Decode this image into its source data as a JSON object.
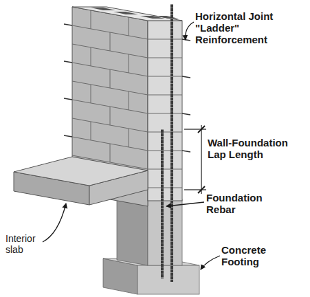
{
  "diagram": {
    "labels": [
      "Horizontal Joint \"Ladder\" Reinforcement",
      "Wall-Foundation Lap Length",
      "Foundation Rebar",
      "Concrete Footing",
      "Interior slab"
    ]
  }
}
